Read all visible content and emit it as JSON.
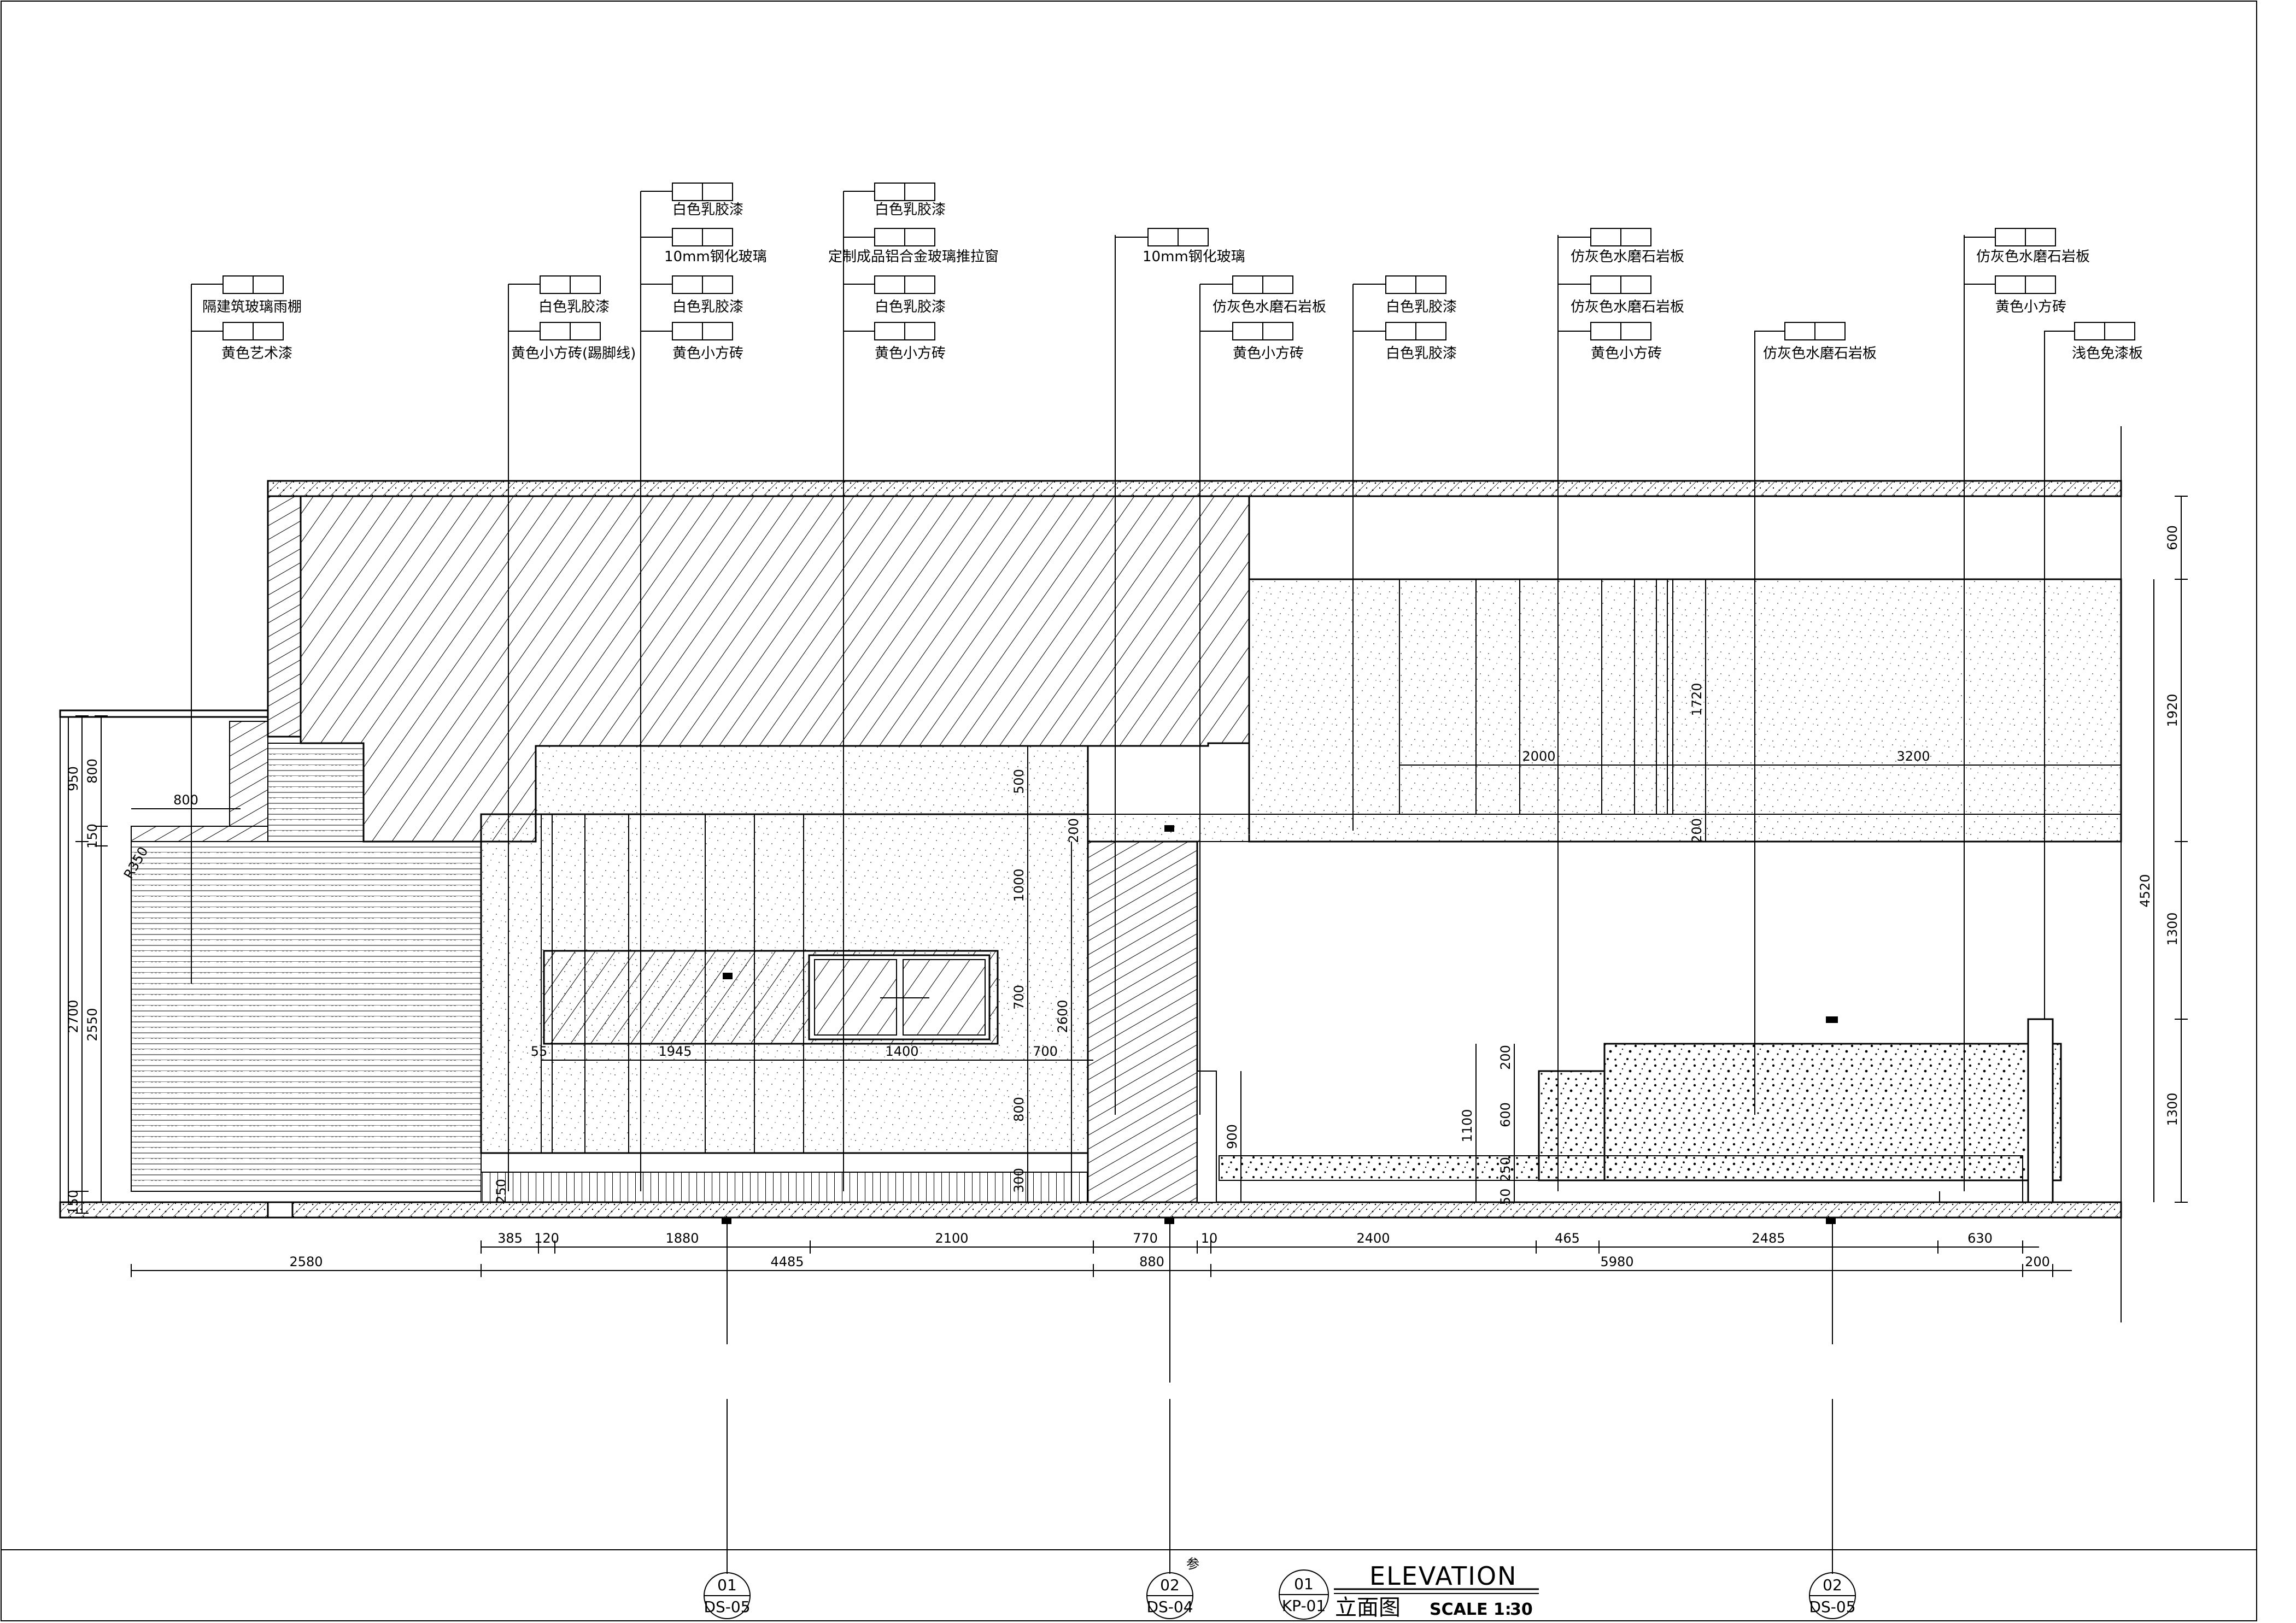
{
  "title": {
    "number": "01",
    "sheet": "KP-01",
    "name_en": "ELEVATION",
    "name_cn": "立面图",
    "scale_label": "SCALE 1:",
    "scale_value": "30"
  },
  "section_refs": [
    {
      "number": "01",
      "sheet": "DS-05"
    },
    {
      "number": "02",
      "sheet": "DS-04"
    },
    {
      "number": "02",
      "sheet": "DS-05"
    }
  ],
  "stray_note": "参",
  "material_labels": {
    "col1": [
      "隔建筑玻璃雨棚",
      "黄色艺术漆"
    ],
    "col2": [
      "白色乳胶漆",
      "黄色小方砖(踢脚线)"
    ],
    "col3": [
      "白色乳胶漆",
      "10mm钢化玻璃",
      "白色乳胶漆",
      "黄色小方砖"
    ],
    "col4": [
      "白色乳胶漆",
      "定制成品铝合金玻璃推拉窗",
      "白色乳胶漆",
      "黄色小方砖"
    ],
    "col5": [
      "10mm钢化玻璃"
    ],
    "col6": [
      "仿灰色水磨石岩板",
      "黄色小方砖"
    ],
    "col7": [
      "白色乳胶漆",
      "白色乳胶漆"
    ],
    "col8": [
      "仿灰色水磨石岩板",
      "仿灰色水磨石岩板",
      "黄色小方砖"
    ],
    "col9": [
      "仿灰色水磨石岩板"
    ],
    "col10": [
      "仿灰色水磨石岩板",
      "黄色小方砖"
    ],
    "col11": [
      "浅色免漆板"
    ]
  },
  "dimensions": {
    "bottom_row1": [
      "385",
      "120",
      "1880",
      "2100",
      "770",
      "10",
      "2400",
      "465",
      "2485",
      "630"
    ],
    "bottom_row2": [
      "2580",
      "4485",
      "880",
      "5980",
      "200"
    ],
    "left_outer": [
      "950",
      "2700",
      "150"
    ],
    "left_inner": [
      "800",
      "150",
      "2550"
    ],
    "left_width": "800",
    "left_note": "R350",
    "right": [
      "600",
      "1920",
      "4520",
      "1300",
      "1300"
    ],
    "upper_inner": [
      "1720",
      "2000",
      "3200",
      "200",
      "500",
      "200"
    ],
    "center_vertical": [
      "1000",
      "700",
      "800",
      "300",
      "2600"
    ],
    "center_horizontal": [
      "55",
      "1945",
      "1400",
      "700"
    ],
    "base_small": [
      "250"
    ],
    "right_lower": [
      "900",
      "1100",
      "200",
      "600",
      "250",
      "50"
    ]
  }
}
